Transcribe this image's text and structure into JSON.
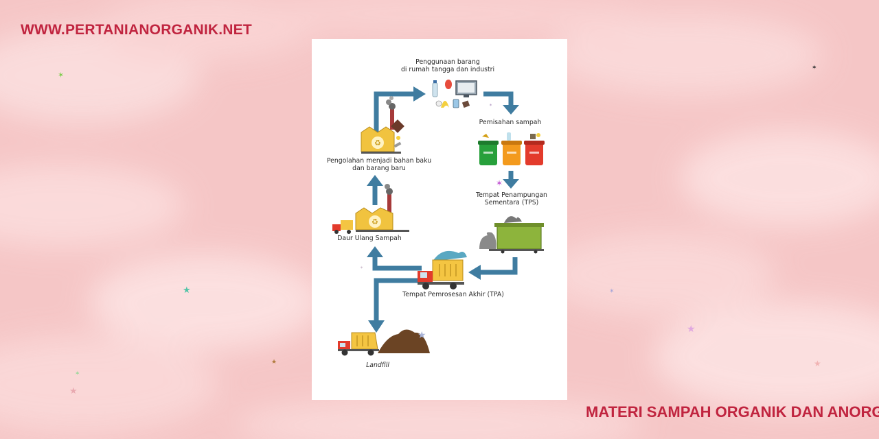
{
  "page": {
    "site_url": "WWW.PERTANIANORGANIK.NET",
    "title": "MATERI SAMPAH ORGANIK DAN ANORGANIK"
  },
  "colors": {
    "arrow": "#3f7ca0",
    "brand_text": "#c0243f",
    "factory": "#f1c33f",
    "bin_green": "#27a03b",
    "bin_orange": "#f39a1d",
    "bin_red": "#e33b2c",
    "container": "#8db43c"
  },
  "diagram": {
    "steps": {
      "usage": {
        "line1": "Penggunaan barang",
        "line2": "di rumah tangga dan industri"
      },
      "sorting": {
        "label": "Pemisahan sampah"
      },
      "tps": {
        "line1": "Tempat Penampungan",
        "line2": "Sementara (TPS)"
      },
      "tpa": {
        "label": "Tempat Pemrosesan Akhir (TPA)"
      },
      "recycle": {
        "label": "Daur Ulang Sampah"
      },
      "processing": {
        "line1": "Pengolahan menjadi bahan baku",
        "line2": "dan barang baru"
      },
      "landfill": {
        "label": "Landfill"
      }
    },
    "icons": [
      "recycle-icon",
      "factory-icon",
      "garbage-truck-icon",
      "trash-bin-icon",
      "dumpster-icon",
      "trash-bag-icon",
      "computer-icon",
      "bottle-icon",
      "banana-peel-icon",
      "phone-icon",
      "dirt-mound-icon"
    ]
  }
}
